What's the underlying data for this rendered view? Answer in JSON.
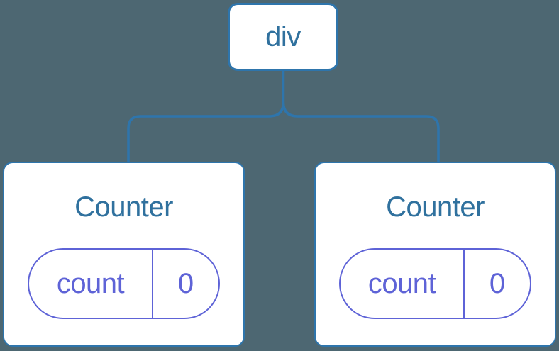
{
  "colors": {
    "background": "#4d6772",
    "line": "#2e75ac",
    "node_bg": "#ffffff",
    "label": "#30719e",
    "state": "#5e63d7"
  },
  "tree": {
    "root": {
      "label": "div"
    },
    "children": [
      {
        "title": "Counter",
        "state": {
          "key": "count",
          "value": "0"
        }
      },
      {
        "title": "Counter",
        "state": {
          "key": "count",
          "value": "0"
        }
      }
    ]
  }
}
